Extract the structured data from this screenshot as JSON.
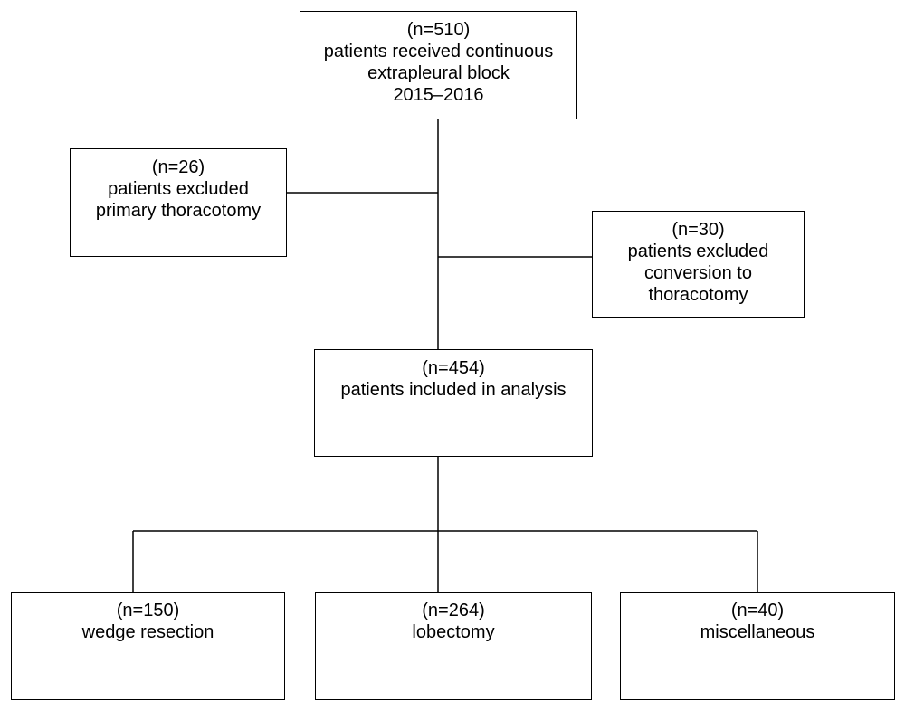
{
  "boxes": {
    "total": {
      "count": "(n=510)",
      "line1": "patients received continuous",
      "line2": "extrapleural block",
      "line3": "2015–2016"
    },
    "excluded_primary": {
      "count": "(n=26)",
      "line1": "patients excluded",
      "line2": "primary thoracotomy"
    },
    "excluded_conversion": {
      "count": "(n=30)",
      "line1": "patients excluded",
      "line2": "conversion to",
      "line3": "thoracotomy"
    },
    "included": {
      "count": "(n=454)",
      "line1": "patients included in analysis"
    },
    "wedge": {
      "count": "(n=150)",
      "line1": "wedge resection"
    },
    "lobectomy": {
      "count": "(n=264)",
      "line1": "lobectomy"
    },
    "misc": {
      "count": "(n=40)",
      "line1": "miscellaneous"
    }
  }
}
